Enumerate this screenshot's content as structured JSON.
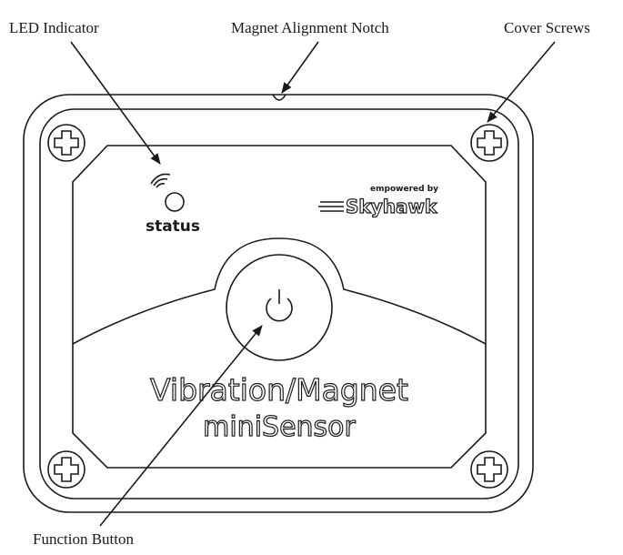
{
  "callouts": {
    "led_indicator": "LED Indicator",
    "magnet_notch": "Magnet Alignment Notch",
    "cover_screws": "Cover Screws",
    "function_button": "Function Button"
  },
  "device": {
    "status_label": "status",
    "brand_tagline": "empowered by",
    "brand_name": "Skyhawk",
    "product_line1": "Vibration/Magnet",
    "product_line2": "miniSensor"
  },
  "icons": {
    "power": "power-icon",
    "signal": "signal-icon",
    "screw": "phillips-screw-icon"
  },
  "colors": {
    "line": "#1a1a1a",
    "background": "#ffffff"
  }
}
